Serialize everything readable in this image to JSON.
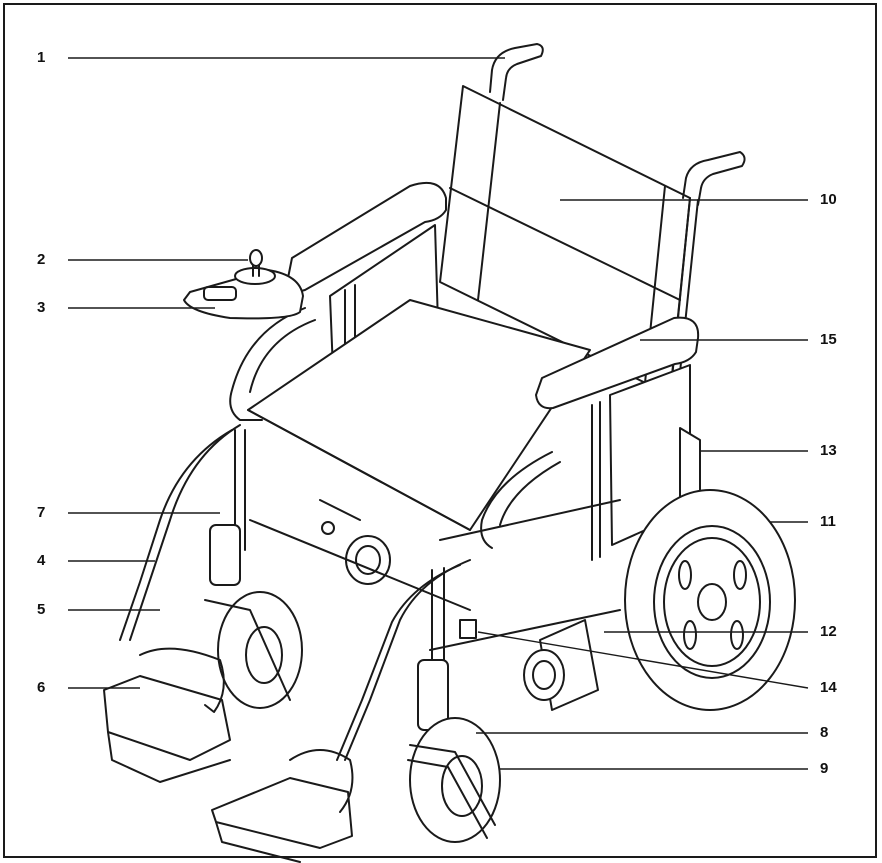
{
  "diagram": {
    "callouts_left": [
      {
        "id": "1",
        "label": "1"
      },
      {
        "id": "2",
        "label": "2"
      },
      {
        "id": "3",
        "label": "3"
      },
      {
        "id": "7",
        "label": "7"
      },
      {
        "id": "4",
        "label": "4"
      },
      {
        "id": "5",
        "label": "5"
      },
      {
        "id": "6",
        "label": "6"
      }
    ],
    "callouts_right": [
      {
        "id": "10",
        "label": "10"
      },
      {
        "id": "15",
        "label": "15"
      },
      {
        "id": "13",
        "label": "13"
      },
      {
        "id": "11",
        "label": "11"
      },
      {
        "id": "12",
        "label": "12"
      },
      {
        "id": "14",
        "label": "14"
      },
      {
        "id": "8",
        "label": "8"
      },
      {
        "id": "9",
        "label": "9"
      }
    ]
  }
}
